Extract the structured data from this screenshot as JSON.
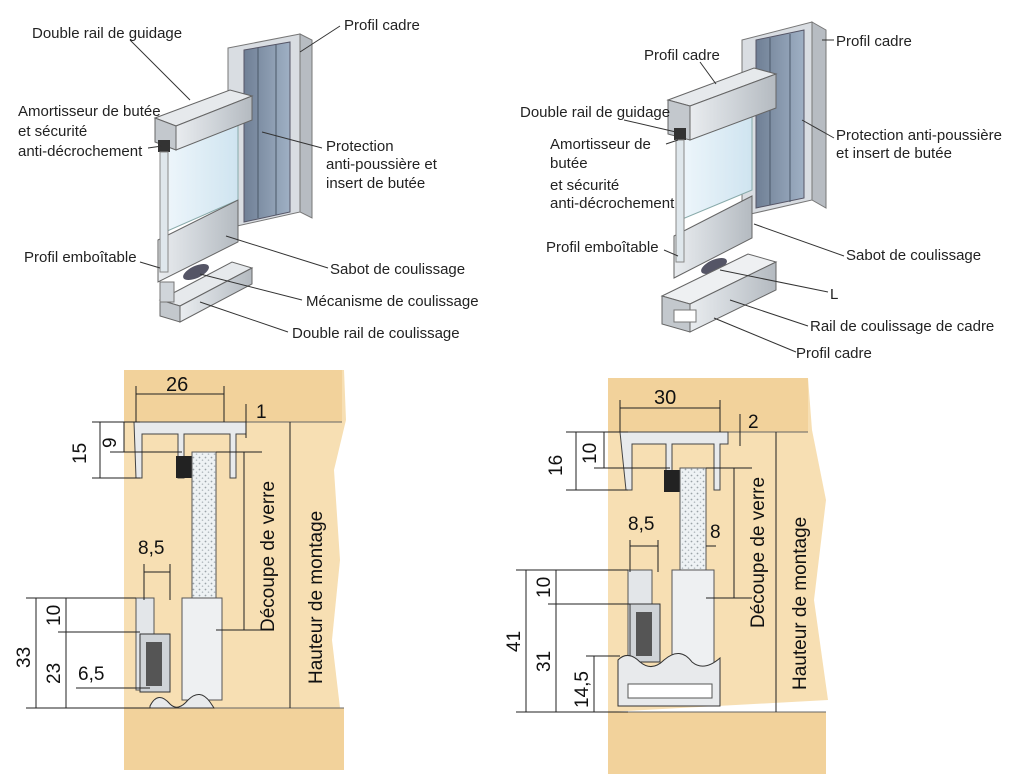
{
  "top_left": {
    "double_rail_guidage": "Double rail de guidage",
    "profil_cadre": "Profil cadre",
    "amortisseur_1": "Amortisseur de butée",
    "amortisseur_2": "et sécurité",
    "amortisseur_3": "anti-décrochement",
    "protection_1": "Protection",
    "protection_2": "anti-poussière et",
    "protection_3": "insert de butée",
    "profil_emboitable": "Profil emboîtable",
    "sabot": "Sabot de coulissage",
    "mecanisme": "Mécanisme de coulissage",
    "double_rail_coulissage": "Double rail de coulissage"
  },
  "top_right": {
    "profil_cadre_top": "Profil cadre",
    "profil_cadre_side": "Profil cadre",
    "double_rail_guidage": "Double rail de guidage",
    "amortisseur_1": "Amortisseur de",
    "amortisseur_2": "butée",
    "amortisseur_3": "et sécurité",
    "amortisseur_4": "anti-décrochement",
    "protection_1": "Protection anti-poussière",
    "protection_2": "et insert de butée",
    "profil_emboitable": "Profil emboîtable",
    "sabot": "Sabot de coulissage",
    "l_label": "L",
    "rail_cadre": "Rail de coulissage de cadre",
    "profil_cadre_bottom": "Profil cadre"
  },
  "bottom_left": {
    "d26": "26",
    "d1": "1",
    "d15": "15",
    "d9": "9",
    "d8_5": "8,5",
    "d33": "33",
    "d10": "10",
    "d23": "23",
    "d6_5": "6,5",
    "decoupe": "Découpe de verre",
    "hauteur": "Hauteur de montage"
  },
  "bottom_right": {
    "d30": "30",
    "d2": "2",
    "d16": "16",
    "d10a": "10",
    "d8_5": "8,5",
    "d8": "8",
    "d41": "41",
    "d10b": "10",
    "d31": "31",
    "d14_5": "14,5",
    "decoupe": "Découpe de verre",
    "hauteur": "Hauteur de montage"
  }
}
